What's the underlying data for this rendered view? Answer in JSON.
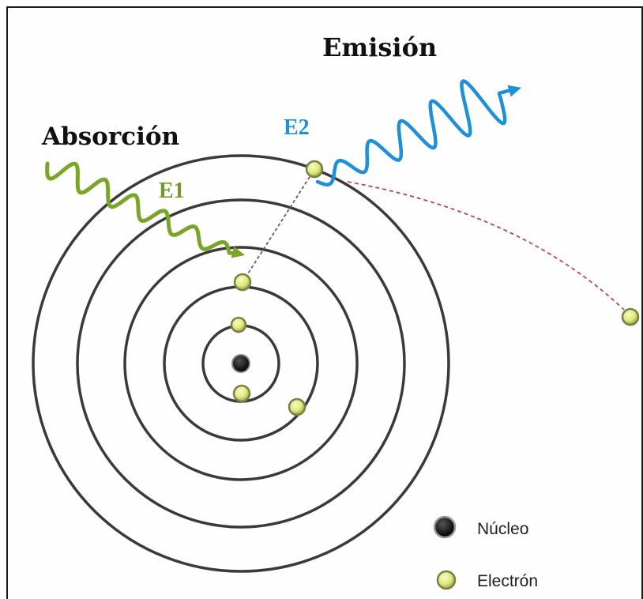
{
  "labels": {
    "absorption": "Absorción",
    "emission": "Emisión",
    "e1": "E1",
    "e2": "E2"
  },
  "legend": {
    "nucleus": "Núcleo",
    "electron": "Electrón"
  },
  "colors": {
    "absorption": "#7aa52a",
    "emission": "#1f8fd6",
    "e1": "#6f9a2a",
    "e2": "#1f8fd6",
    "orbit": "#3a3a3a",
    "electron_fill": "#e5ee8a",
    "electron_stroke": "#7a7f45",
    "nucleus": "#111111",
    "trajectory": "#b04a4a"
  }
}
